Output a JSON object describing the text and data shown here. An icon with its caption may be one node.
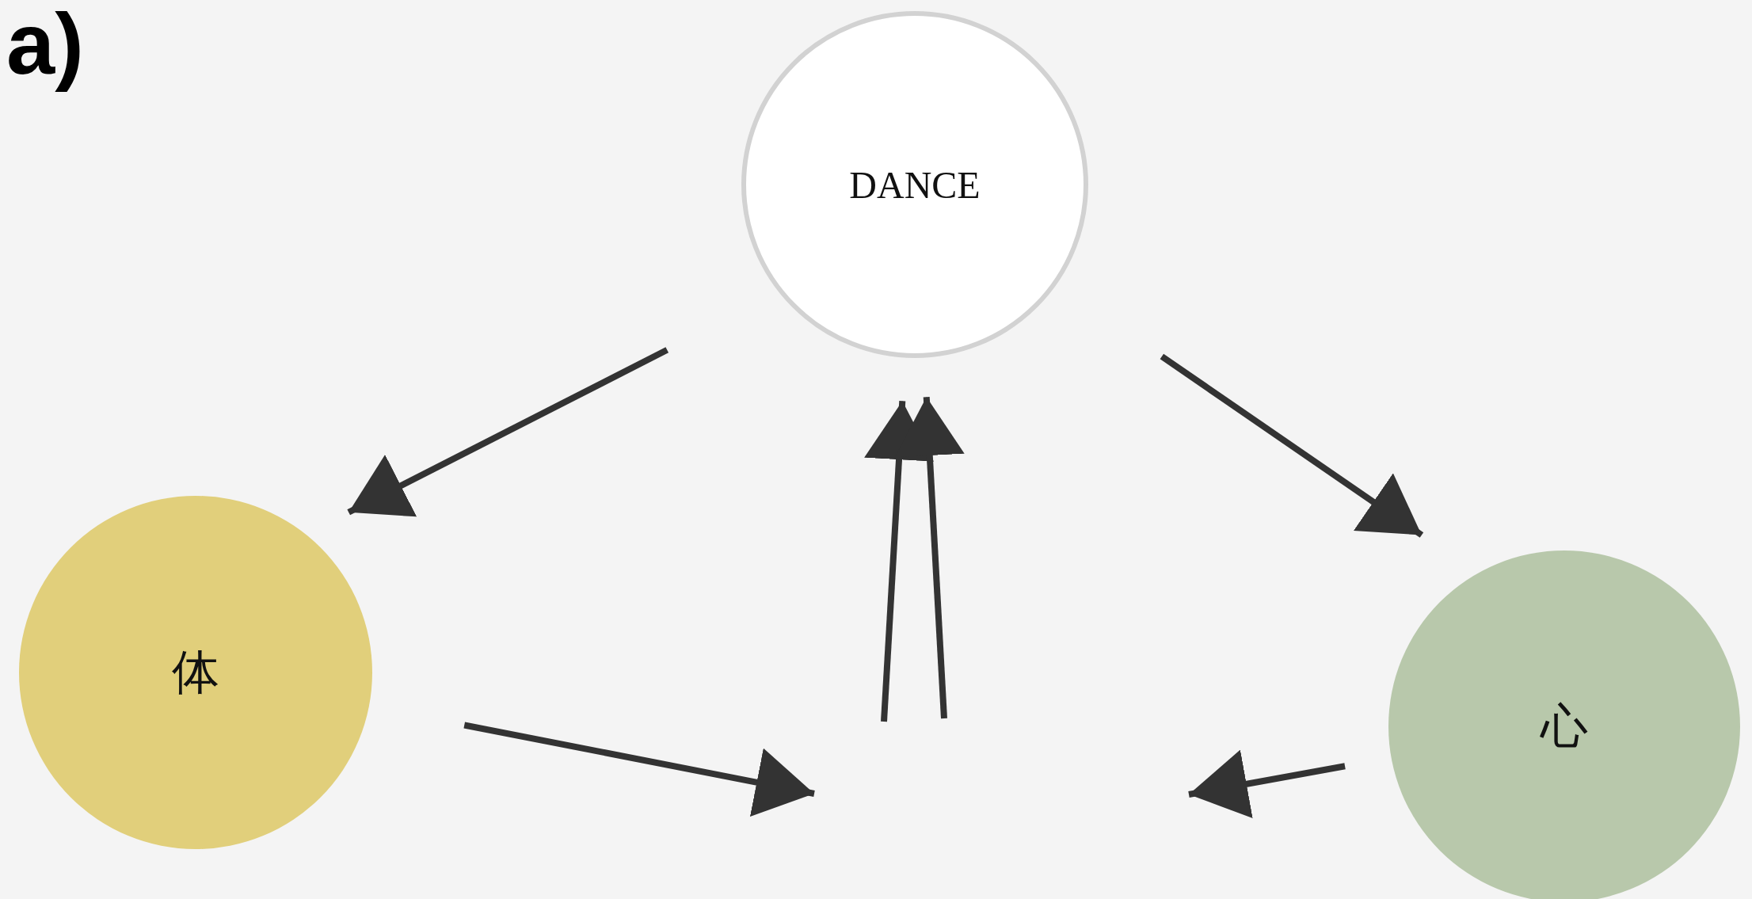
{
  "diagram": {
    "nodes": [
      {
        "text": [
          "DANCE"
        ]
      },
      {
        "text": [
          "体"
        ]
      },
      {
        "text": [
          "心"
        ]
      }
    ],
    "edges": [
      {
        "from": 0,
        "to": 1,
        "arrow": "to"
      },
      {
        "from": 0,
        "to": 2,
        "arrow": "to"
      },
      {
        "from": 1,
        "to": null,
        "arrow": "to"
      },
      {
        "from": 2,
        "to": null,
        "arrow": "to"
      },
      {
        "from": null,
        "to": 0,
        "arrow": "to"
      },
      {
        "from": null,
        "to": 0,
        "arrow": "to"
      }
    ],
    "labels": [
      "a)"
    ]
  }
}
